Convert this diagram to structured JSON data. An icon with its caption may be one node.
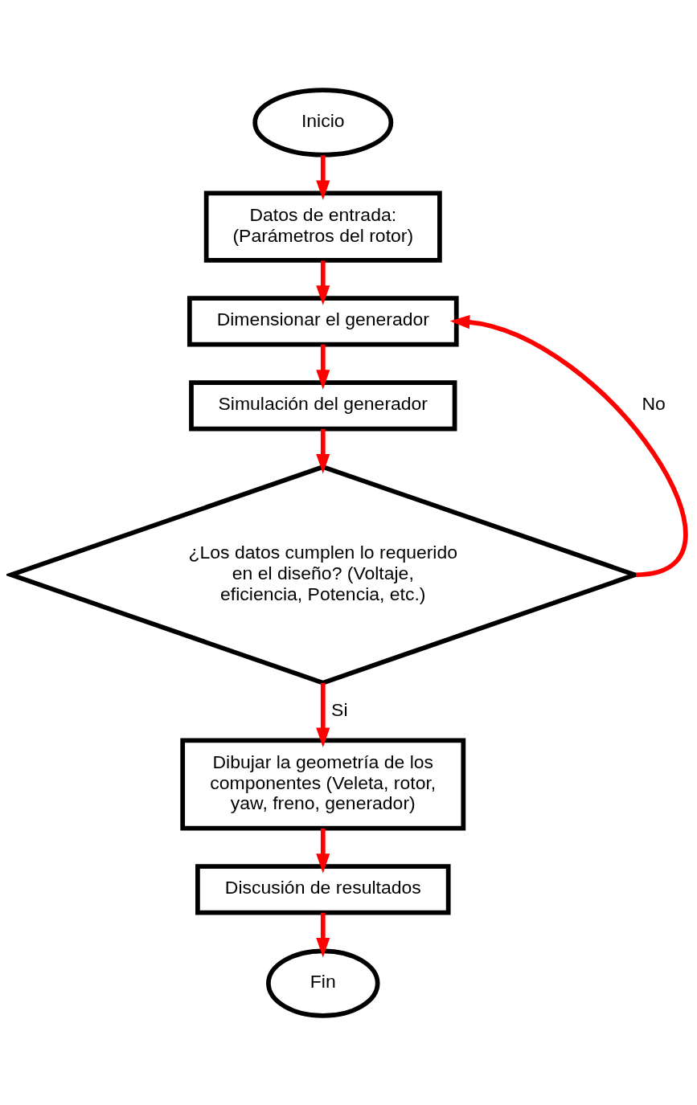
{
  "diagram": {
    "nodes": [
      {
        "text": [
          "Inicio"
        ]
      },
      {
        "text": [
          "Datos de entrada: (Parámetros del rotor)"
        ]
      },
      {
        "text": [
          "Dimensionar el generador"
        ]
      },
      {
        "text": [
          "Simulación del generador"
        ]
      },
      {
        "text": [
          "¿Los datos cumplen lo requerido en el diseño? (Voltaje, eficiencia, Potencia, etc.)"
        ]
      },
      {
        "text": [
          "Dibujar la geometría de los componentes (Veleta, rotor, yaw, freno, generador)"
        ]
      },
      {
        "text": [
          "Discusión de resultados"
        ]
      },
      {
        "text": [
          "Fin"
        ]
      }
    ],
    "edges": [
      {
        "from": 0,
        "to": 1,
        "arrow": "to"
      },
      {
        "from": 1,
        "to": 2,
        "arrow": "to"
      },
      {
        "from": 2,
        "to": 3,
        "arrow": "to"
      },
      {
        "from": 3,
        "to": 4,
        "arrow": "to"
      },
      {
        "from": 4,
        "to": 5,
        "arrow": "to",
        "label": "Si"
      },
      {
        "from": 4,
        "to": 2,
        "arrow": "to",
        "label": "No"
      },
      {
        "from": 5,
        "to": 6,
        "arrow": "to"
      },
      {
        "from": 6,
        "to": 7,
        "arrow": "to"
      }
    ]
  }
}
